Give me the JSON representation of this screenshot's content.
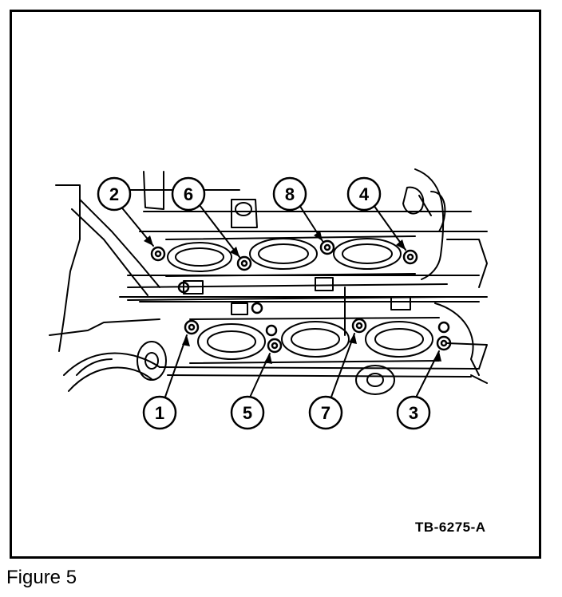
{
  "figure": {
    "caption": "Figure 5",
    "reference_code": "TB-6275-A"
  },
  "callouts": [
    {
      "label": "2",
      "icon": "numbered-callout-circle"
    },
    {
      "label": "6",
      "icon": "numbered-callout-circle"
    },
    {
      "label": "8",
      "icon": "numbered-callout-circle"
    },
    {
      "label": "4",
      "icon": "numbered-callout-circle"
    },
    {
      "label": "1",
      "icon": "numbered-callout-circle"
    },
    {
      "label": "5",
      "icon": "numbered-callout-circle"
    },
    {
      "label": "7",
      "icon": "numbered-callout-circle"
    },
    {
      "label": "3",
      "icon": "numbered-callout-circle"
    }
  ],
  "colors": {
    "ink": "#000000",
    "paper": "#ffffff"
  }
}
